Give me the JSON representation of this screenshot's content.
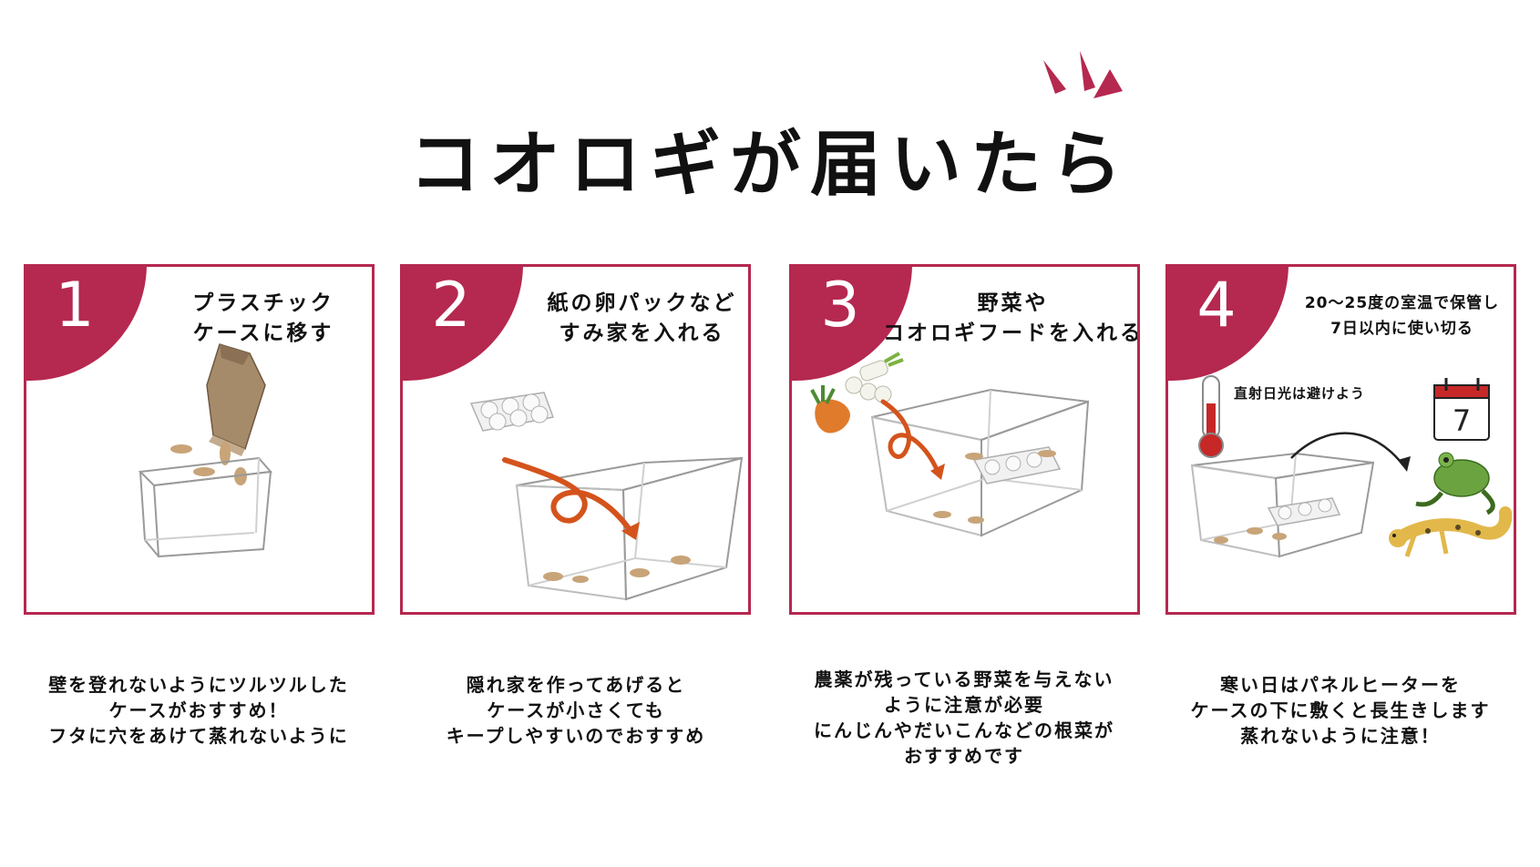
{
  "title": "コオロギが届いたら",
  "colors": {
    "accent": "#b5284f",
    "arrow": "#d4531c",
    "border": "#b5284f"
  },
  "steps": [
    {
      "number": "1",
      "title_lines": [
        "プラスチック",
        "ケースに移す"
      ],
      "caption_lines": [
        "壁を登れないようにツルツルした",
        "ケースがおすすめ！",
        "フタに穴をあけて蒸れないように"
      ]
    },
    {
      "number": "2",
      "title_lines": [
        "紙の卵パックなど",
        "すみ家を入れる"
      ],
      "caption_lines": [
        "隠れ家を作ってあげると",
        "ケースが小さくても",
        "キープしやすいのでおすすめ"
      ]
    },
    {
      "number": "3",
      "title_lines": [
        "野菜や",
        "コオロギフードを入れる"
      ],
      "caption_lines": [
        "農薬が残っている野菜を与えない",
        "ように注意が必要",
        "にんじんやだいこんなどの根菜が",
        "おすすめです"
      ]
    },
    {
      "number": "4",
      "title_lines": [
        "20〜25度の室温で保管し",
        "7日以内に使い切る"
      ],
      "note": "直射日光は避けよう",
      "calendar_day": "7",
      "caption_lines": [
        "寒い日はパネルヒーターを",
        "ケースの下に敷くと長生きします",
        "蒸れないように注意！"
      ]
    }
  ]
}
